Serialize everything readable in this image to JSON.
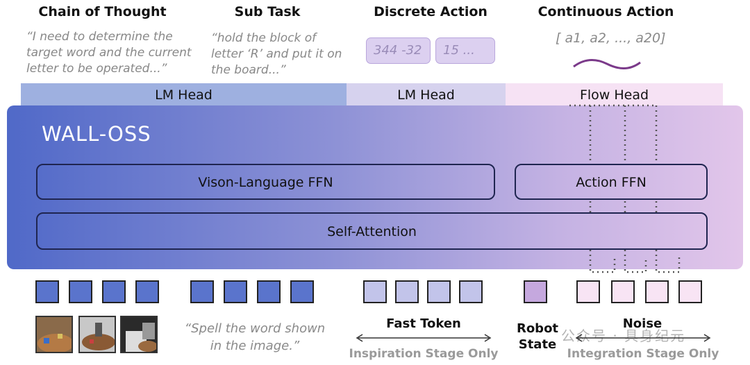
{
  "columns": {
    "cot": {
      "title": "Chain of Thought",
      "quote": "“I need to determine the target word and the current letter to be operated...”"
    },
    "subtask": {
      "title": "Sub Task",
      "quote": "“hold the block of letter ‘R’ and put it on the board...”"
    },
    "discrete": {
      "title": "Discrete Action",
      "box1": "344 -32",
      "box2": "15  ..."
    },
    "continuous": {
      "title": "Continuous Action",
      "vector": "[ a1, a2, ..., a20]"
    }
  },
  "heads": {
    "lm1": "LM Head",
    "lm2": "LM Head",
    "flow": "Flow Head"
  },
  "model": {
    "name": "WALL-OSS",
    "vl_ffn": "Vison-Language FFN",
    "action_ffn": "Action FFN",
    "self_attention": "Self-Attention"
  },
  "bottom": {
    "instruction": "“Spell the word shown in the image.”",
    "fast_token": "Fast Token",
    "inspiration": "Inspiration Stage Only",
    "robot_state": "Robot\nState",
    "noise": "Noise",
    "integration": "Integration Stage Only",
    "watermark": "公众号 · 具身纪元"
  },
  "colors": {
    "panel_left": "#5069c8",
    "panel_right": "#e2c6ea",
    "lm_head_1": "#9eb0e0",
    "lm_head_2": "#d6d2ee",
    "flow_head": "#f6e2f4",
    "token_dark": "#5a74cc",
    "token_light": "#c2c4ea",
    "robot_state": "#c5a8de",
    "noise": "#f8e4f4"
  }
}
